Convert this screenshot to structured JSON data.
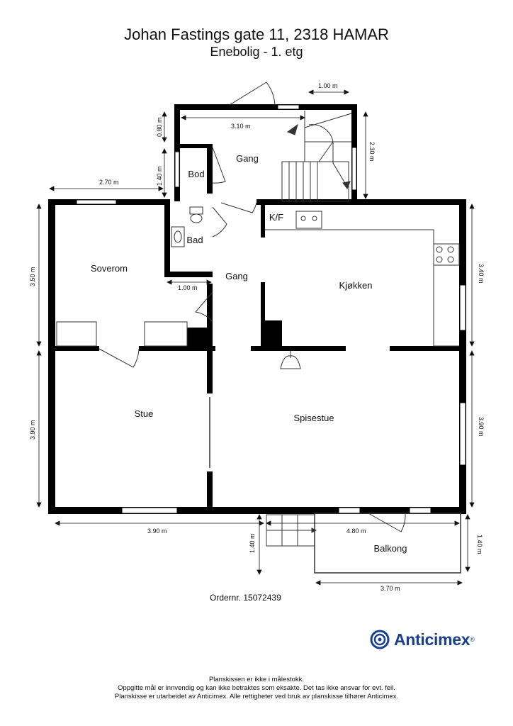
{
  "header": {
    "address": "Johan Fastings gate 11, 2318 HAMAR",
    "subtitle": "Enebolig - 1. etg"
  },
  "rooms": {
    "gang_upper": "Gang",
    "bod": "Bod",
    "bad": "Bad",
    "kf": "K/F",
    "soverom": "Soverom",
    "gang_lower": "Gang",
    "kjokken": "Kjøkken",
    "stue": "Stue",
    "spisestue": "Spisestue",
    "balkong": "Balkong"
  },
  "dimensions": {
    "stair_width": "1.00 m",
    "gang_width": "3.10 m",
    "entry_height": "0.80 m",
    "stair_height": "2.30 m",
    "bod_height": "1.40 m",
    "soverom_width": "2.70 m",
    "soverom_height": "3.50 m",
    "bad_width": "1.00 m",
    "kjokken_height": "3.40 m",
    "stue_height": "3.90 m",
    "spisestue_height": "3.90 m",
    "stue_width": "3.90 m",
    "spisestue_width": "4.80 m",
    "steps_height": "1.40 m",
    "balkong_height": "1.40 m",
    "balkong_width": "3.70 m"
  },
  "order": "Ordernr. 15072439",
  "brand": {
    "name": "Anticimex",
    "color": "#1a3f8c"
  },
  "footer": {
    "line1": "Planskissen er ikke i målestokk.",
    "line2": "Oppgitte mål er innvendig og kan ikke betraktes som eksakte. Det tas ikke ansvar for evt. feil.",
    "line3": "Planskisse er utarbeidet av Anticimex. Alle rettigheter ved bruk av planskisse tilhører Anticimex."
  }
}
